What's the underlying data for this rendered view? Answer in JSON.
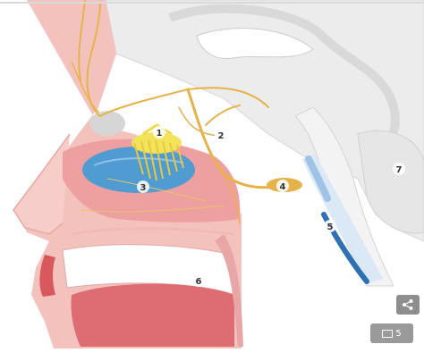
{
  "figure": {
    "labels": [
      {
        "id": "marker-1",
        "text": "1"
      },
      {
        "id": "marker-2",
        "text": "2"
      },
      {
        "id": "marker-3",
        "text": "3"
      },
      {
        "id": "marker-4",
        "text": "4"
      },
      {
        "id": "marker-5",
        "text": "5"
      },
      {
        "id": "marker-6",
        "text": "6"
      },
      {
        "id": "marker-7",
        "text": "7"
      }
    ]
  },
  "controls": {
    "share_icon": "share-icon",
    "more_images_icon": "image-stack-icon",
    "more_images_count": "5"
  },
  "colors": {
    "nerve": "#e7b24a",
    "olfactory_bulb": "#f3e35a",
    "nasal_cavity": "#4f9bd2",
    "skin": "#f2b3b3",
    "mucosa": "#eea0a0",
    "brain": "#ececec",
    "tube": "#2f6fb4"
  }
}
